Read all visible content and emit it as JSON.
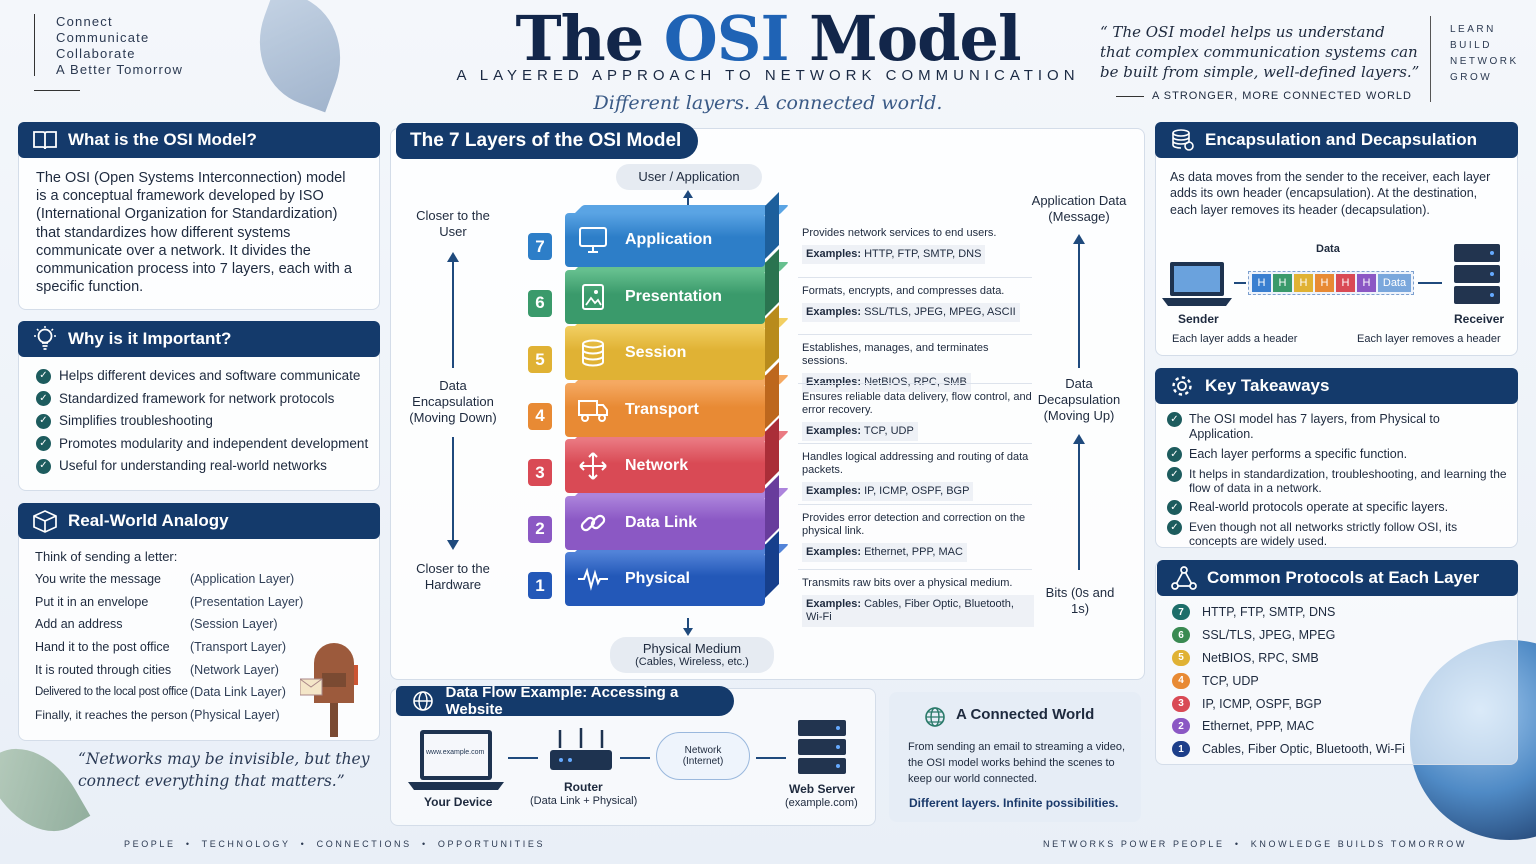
{
  "header": {
    "tagline": [
      "Connect",
      "Communicate",
      "Collaborate",
      "A Better Tomorrow"
    ],
    "title_prefix": "The",
    "title_osi": "OSI",
    "title_suffix": "Model",
    "subtitle": "A LAYERED APPROACH TO NETWORK COMMUNICATION",
    "motto": "Different layers. A connected world.",
    "quote": "“ The OSI model helps us understand that complex communication systems can be built from simple, well-defined layers.”",
    "quote_source": "A STRONGER, MORE CONNECTED WORLD",
    "side_words": [
      "LEARN",
      "BUILD",
      "NETWORK",
      "GROW"
    ]
  },
  "what_is": {
    "title": "What is the OSI Model?",
    "body": "The OSI (Open Systems Interconnection) model is a conceptual framework developed by ISO (International Organization for Standardization) that standardizes how different systems communicate over a network. It divides the communication process into 7 layers, each with a specific function."
  },
  "why": {
    "title": "Why is it Important?",
    "items": [
      "Helps different devices and software communicate",
      "Standardized framework for network protocols",
      "Simplifies troubleshooting",
      "Promotes modularity and independent development",
      "Useful for understanding real-world networks"
    ]
  },
  "analogy": {
    "title": "Real-World Analogy",
    "intro": "Think of sending a letter:",
    "rows": [
      {
        "step": "You write the message",
        "layer": "(Application Layer)"
      },
      {
        "step": "Put it in an envelope",
        "layer": "(Presentation Layer)"
      },
      {
        "step": "Add an address",
        "layer": "(Session Layer)"
      },
      {
        "step": "Hand it to the post office",
        "layer": "(Transport Layer)"
      },
      {
        "step": "It is routed through cities",
        "layer": "(Network Layer)"
      },
      {
        "step": "Delivered to the local post office",
        "layer": "(Data Link Layer)"
      },
      {
        "step": "Finally, it reaches the person",
        "layer": "(Physical Layer)"
      }
    ],
    "quote": "“Networks may be invisible, but they connect everything that matters.”"
  },
  "layers_panel": {
    "title": "The 7 Layers of the OSI Model",
    "top_pill": "User / Application",
    "bottom_pill": "Physical Medium",
    "bottom_pill_sub": "(Cables, Wireless, etc.)",
    "closer_user": "Closer to the User",
    "closer_hw": "Closer to the Hardware",
    "encap_label": "Data Encapsulation (Moving Down)",
    "decap_label": "Data Decapsulation (Moving Up)",
    "app_data": "Application Data (Message)",
    "bits": "Bits (0s and 1s)",
    "layers": [
      {
        "num": "7",
        "name": "Application",
        "color": "#2d7ec8",
        "top": "#5aa4e4",
        "side": "#1d5f9c",
        "icon": "monitor-icon",
        "desc": "Provides network services to end users.",
        "examples": "HTTP, FTP, SMTP, DNS"
      },
      {
        "num": "6",
        "name": "Presentation",
        "color": "#3a9a6b",
        "top": "#66c08f",
        "side": "#2a7450",
        "icon": "image-icon",
        "desc": "Formats, encrypts, and compresses data.",
        "examples": "SSL/TLS, JPEG, MPEG, ASCII"
      },
      {
        "num": "5",
        "name": "Session",
        "color": "#e0b234",
        "top": "#f2cf62",
        "side": "#b88b1c",
        "icon": "database-icon",
        "desc": "Establishes, manages, and terminates sessions.",
        "examples": "NetBIOS, RPC, SMB"
      },
      {
        "num": "4",
        "name": "Transport",
        "color": "#e88a34",
        "top": "#f5a962",
        "side": "#bd671d",
        "icon": "truck-icon",
        "desc": "Ensures reliable data delivery, flow control, and error recovery.",
        "examples": "TCP, UDP"
      },
      {
        "num": "3",
        "name": "Network",
        "color": "#d94a55",
        "top": "#ea7a82",
        "side": "#aa2e38",
        "icon": "arrows-icon",
        "desc": "Handles logical addressing and routing of data packets.",
        "examples": "IP, ICMP, OSPF, BGP"
      },
      {
        "num": "2",
        "name": "Data Link",
        "color": "#8b58c4",
        "top": "#ac84dc",
        "side": "#683c9c",
        "icon": "link-icon",
        "desc": "Provides error detection and correction on the physical link.",
        "examples": "Ethernet, PPP, MAC"
      },
      {
        "num": "1",
        "name": "Physical",
        "color": "#2358b8",
        "top": "#5283d8",
        "side": "#163f8c",
        "icon": "signal-icon",
        "desc": "Transmits raw bits over a physical medium.",
        "examples": "Cables, Fiber Optic, Bluetooth, Wi-Fi"
      }
    ],
    "examples_label": "Examples:"
  },
  "encapsulation": {
    "title": "Encapsulation and Decapsulation",
    "body": "As data moves from the sender to the receiver, each layer adds its own header (encapsulation). At the destination, each layer removes its header (decapsulation).",
    "data_label": "Data",
    "header_letter": "H",
    "packet_data": "Data",
    "sender": "Sender",
    "receiver": "Receiver",
    "sender_note": "Each layer adds a header",
    "receiver_note": "Each layer removes a header",
    "h_colors": [
      "#3a7fd0",
      "#3a9a6b",
      "#e0b234",
      "#e88a34",
      "#d94a55",
      "#8b58c4"
    ]
  },
  "takeaways": {
    "title": "Key Takeaways",
    "items": [
      "The OSI model has 7 layers, from Physical to Application.",
      "Each layer performs a specific function.",
      "It helps in standardization, troubleshooting, and learning the flow of data in a network.",
      "Real-world protocols operate at specific layers.",
      "Even though not all networks strictly follow OSI, its concepts are widely used."
    ]
  },
  "protocols": {
    "title": "Common Protocols at Each Layer",
    "items": [
      {
        "num": "7",
        "color": "#1d6e6a",
        "text": "HTTP, FTP, SMTP, DNS"
      },
      {
        "num": "6",
        "color": "#3a8a52",
        "text": "SSL/TLS, JPEG, MPEG"
      },
      {
        "num": "5",
        "color": "#e0b234",
        "text": "NetBIOS, RPC, SMB"
      },
      {
        "num": "4",
        "color": "#e88a34",
        "text": "TCP, UDP"
      },
      {
        "num": "3",
        "color": "#d94a55",
        "text": "IP, ICMP, OSPF, BGP"
      },
      {
        "num": "2",
        "color": "#8b58c4",
        "text": "Ethernet, PPP, MAC"
      },
      {
        "num": "1",
        "color": "#1d3f8a",
        "text": "Cables, Fiber Optic, Bluetooth, Wi-Fi"
      }
    ]
  },
  "dataflow": {
    "title": "Data Flow Example: Accessing a Website",
    "url": "www.example.com",
    "device": "Your Device",
    "router": "Router",
    "router_sub": "(Data Link + Physical)",
    "network": "Network",
    "network_sub": "(Internet)",
    "server": "Web Server",
    "server_sub": "(example.com)"
  },
  "connected": {
    "title": "A Connected World",
    "body": "From sending an email to streaming a video, the OSI model works behind the scenes to keep our world connected.",
    "tagline": "Different layers. Infinite possibilities."
  },
  "footer": {
    "left": [
      "PEOPLE",
      "TECHNOLOGY",
      "CONNECTIONS",
      "OPPORTUNITIES"
    ],
    "right": [
      "NETWORKS POWER PEOPLE",
      "KNOWLEDGE BUILDS TOMORROW"
    ]
  }
}
